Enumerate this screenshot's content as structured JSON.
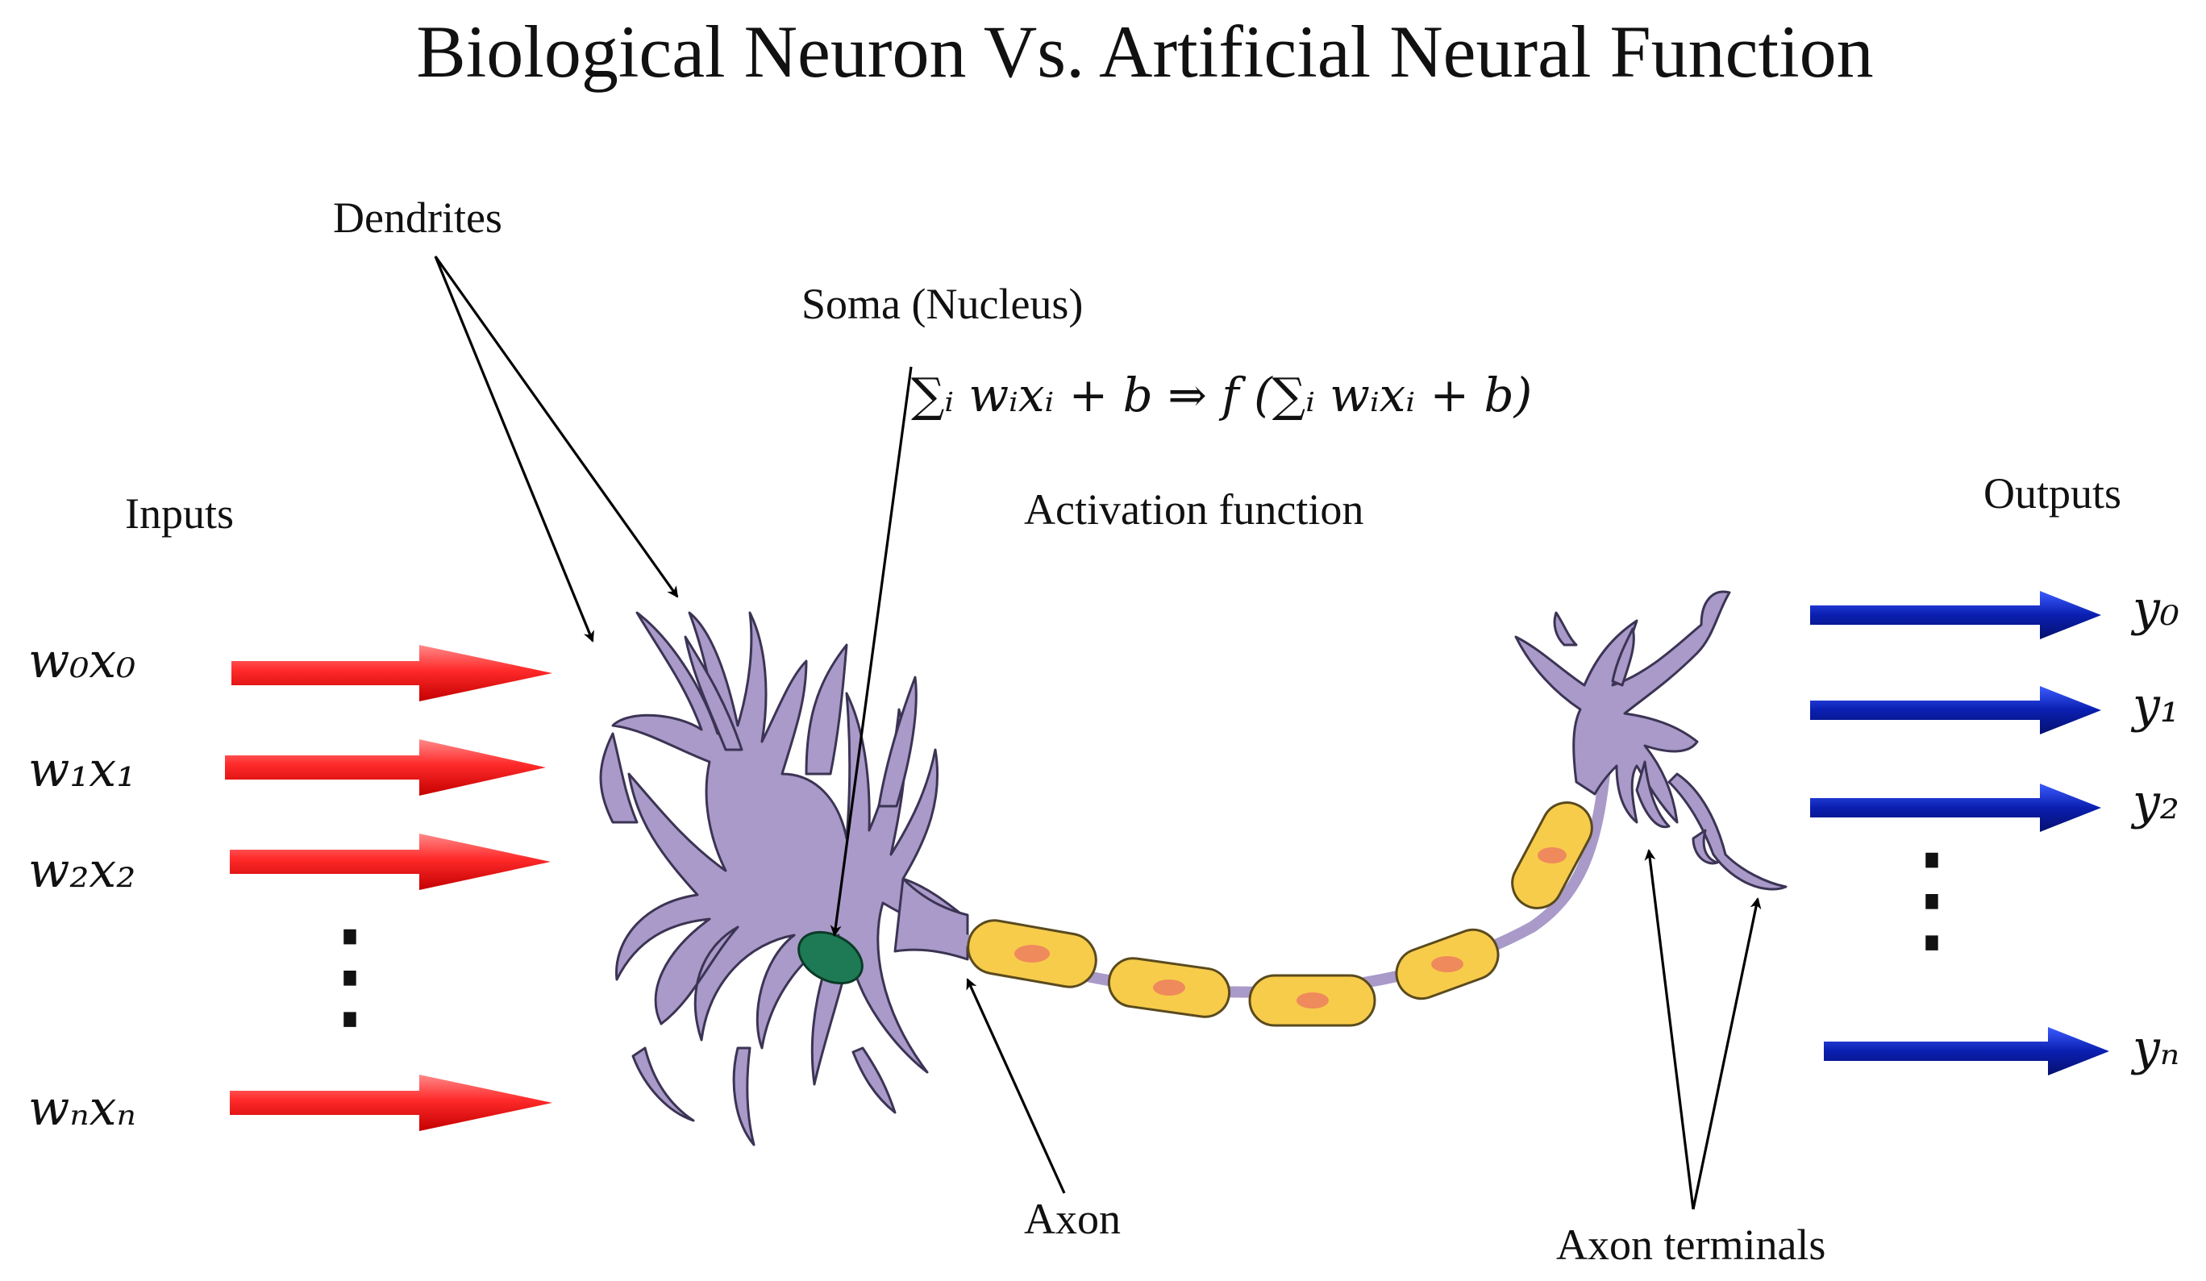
{
  "title": "Biological Neuron Vs. Artificial Neural Function",
  "labels": {
    "dendrites": "Dendrites",
    "soma": "Soma (Nucleus)",
    "inputs": "Inputs",
    "activation": "Activation function",
    "outputs": "Outputs",
    "axon": "Axon",
    "axon_terminals": "Axon terminals"
  },
  "formula": "∑ᵢ wᵢxᵢ + b  ⇒ f (∑ᵢ wᵢxᵢ + b)",
  "inputs": [
    "w₀x₀",
    "w₁x₁",
    "w₂x₂",
    "wₙxₙ"
  ],
  "outputs": [
    "y₀",
    "y₁",
    "y₂",
    "yₙ"
  ],
  "ellipsis": "⋮",
  "colors": {
    "input_arrow": "#ee1c24",
    "output_arrow": "#0a1fb0",
    "neuron_body": "#a99ac9",
    "nucleus": "#1d7a55",
    "myelin": "#f7cc4b"
  }
}
